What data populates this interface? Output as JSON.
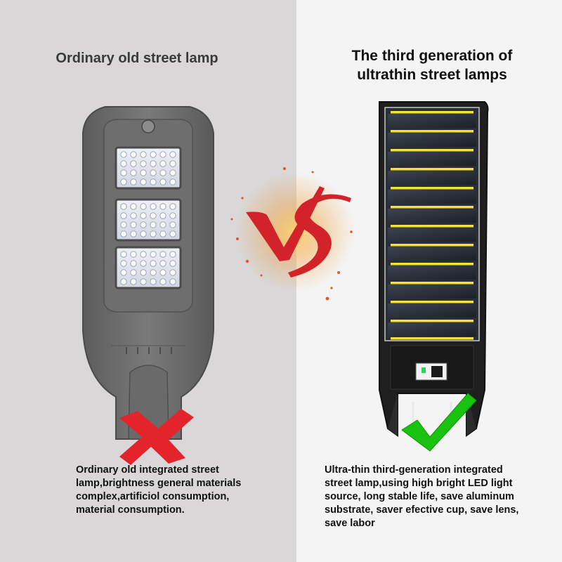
{
  "left": {
    "title": "Ordinary old street lamp",
    "description": [
      "Ordinary old integrated street",
      "lamp,brightness general materials",
      "complex,artificiol consumption,",
      "material consumption."
    ],
    "mark_icon": "red-cross-icon"
  },
  "right": {
    "title_lines": [
      "The third generation of",
      "ultrathin street lamps"
    ],
    "description": [
      "Ultra-thin third-generation integrated",
      "street lamp,using high bright LED light",
      "source, long stable life, save aluminum",
      "substrate, saver efective cup, save lens,",
      "save labor"
    ],
    "mark_icon": "green-check-icon"
  },
  "center": {
    "icon": "vs-icon"
  },
  "colors": {
    "left_bg": "#d9d7d8",
    "right_bg": "#f4f4f4",
    "vs_red": "#d2222a",
    "check_green": "#19c20f",
    "cross_red": "#e4242b"
  }
}
